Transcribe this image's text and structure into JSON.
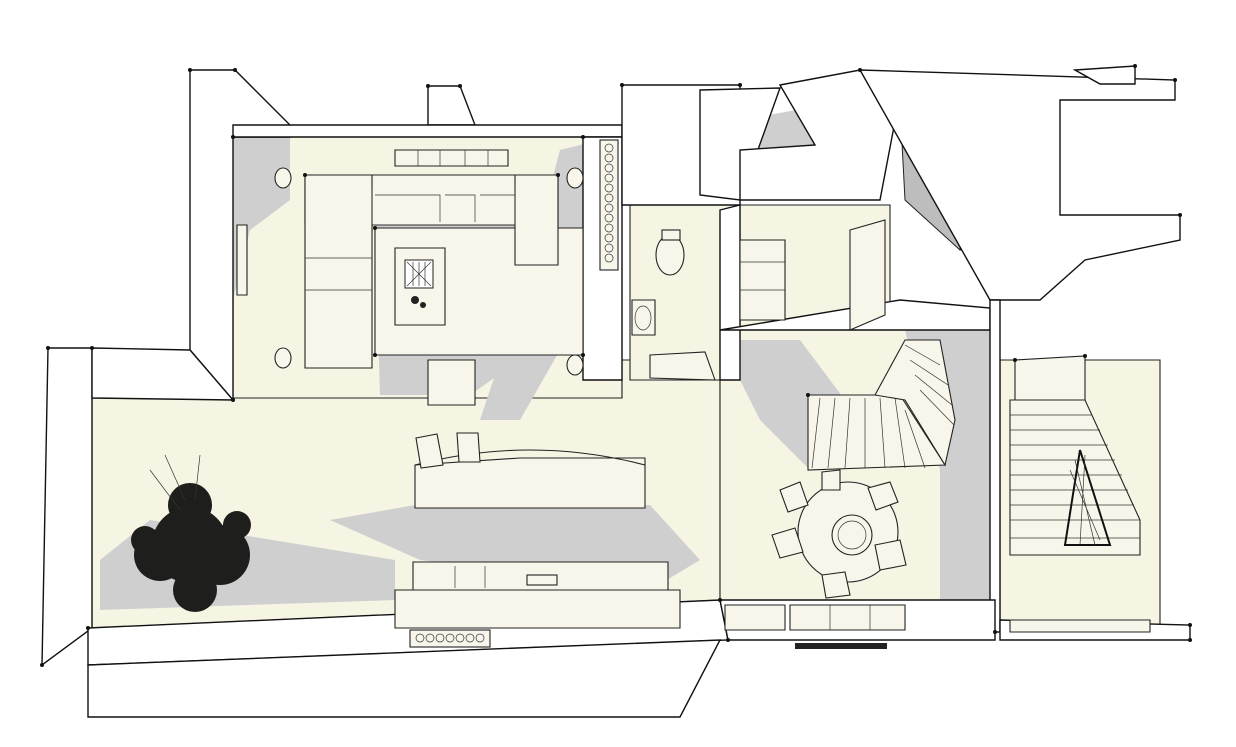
{
  "drawing": {
    "kind": "floor-plan-3d",
    "colors": {
      "floor": "#f6f4e3",
      "shadow": "#cfcfcf",
      "wall": "#ffffff",
      "outline": "#222222",
      "plant": "#1e1e1c"
    },
    "elements": [
      "exterior-walls",
      "living-room",
      "l-shaped-sofa",
      "coffee-table",
      "side-table",
      "kitchen-island",
      "bar-stools",
      "kitchen-counter",
      "potted-plant",
      "bathroom",
      "toilet",
      "wash-basin",
      "closet",
      "spiral-staircase",
      "straight-staircase",
      "round-dining-table",
      "dining-chairs",
      "windows"
    ]
  }
}
